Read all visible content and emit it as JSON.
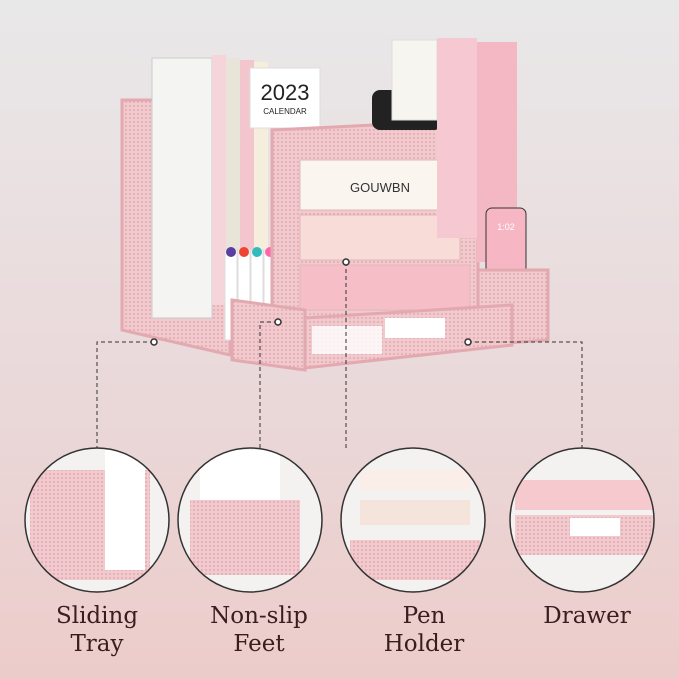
{
  "product": {
    "calendar_text": "2023",
    "calendar_sub": "CALENDAR",
    "book_spine_text": "GOUWBN",
    "phone_time": "1:02"
  },
  "features": [
    {
      "label_line1": "Sliding",
      "label_line2": "Tray"
    },
    {
      "label_line1": "Non-slip",
      "label_line2": "Feet"
    },
    {
      "label_line1": "Pen",
      "label_line2": "Holder"
    },
    {
      "label_line1": "Drawer",
      "label_line2": ""
    }
  ],
  "colors": {
    "accent": "#e8b4bc",
    "mesh": "#f0c4c8",
    "text": "#3a1e1e"
  }
}
